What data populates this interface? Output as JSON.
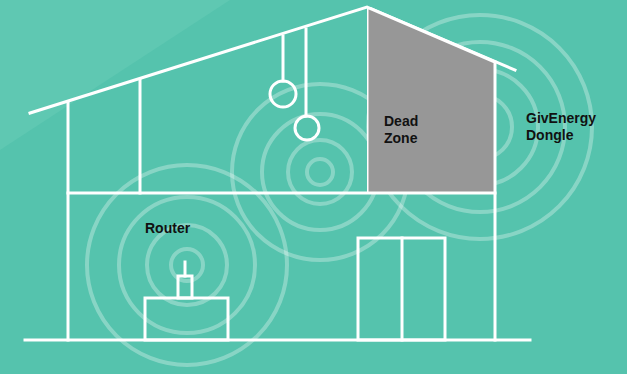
{
  "diagram": {
    "nodes": [
      {
        "text": [
          "Dead Zone"
        ]
      }
    ],
    "labels": [
      "Router",
      "GivEnergy Dongle"
    ]
  }
}
